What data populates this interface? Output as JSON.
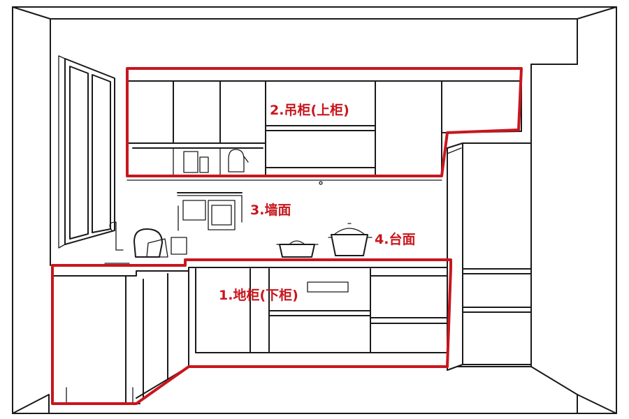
{
  "labels": {
    "base_cabinet": "1.地柜(下柜)",
    "wall_cabinet": "2.吊柜(上柜)",
    "wall": "3.墙面",
    "countertop": "4.台面"
  },
  "colors": {
    "outline_highlight": "#c8161d",
    "line_art": "#1a1a1a",
    "background": "#ffffff"
  }
}
